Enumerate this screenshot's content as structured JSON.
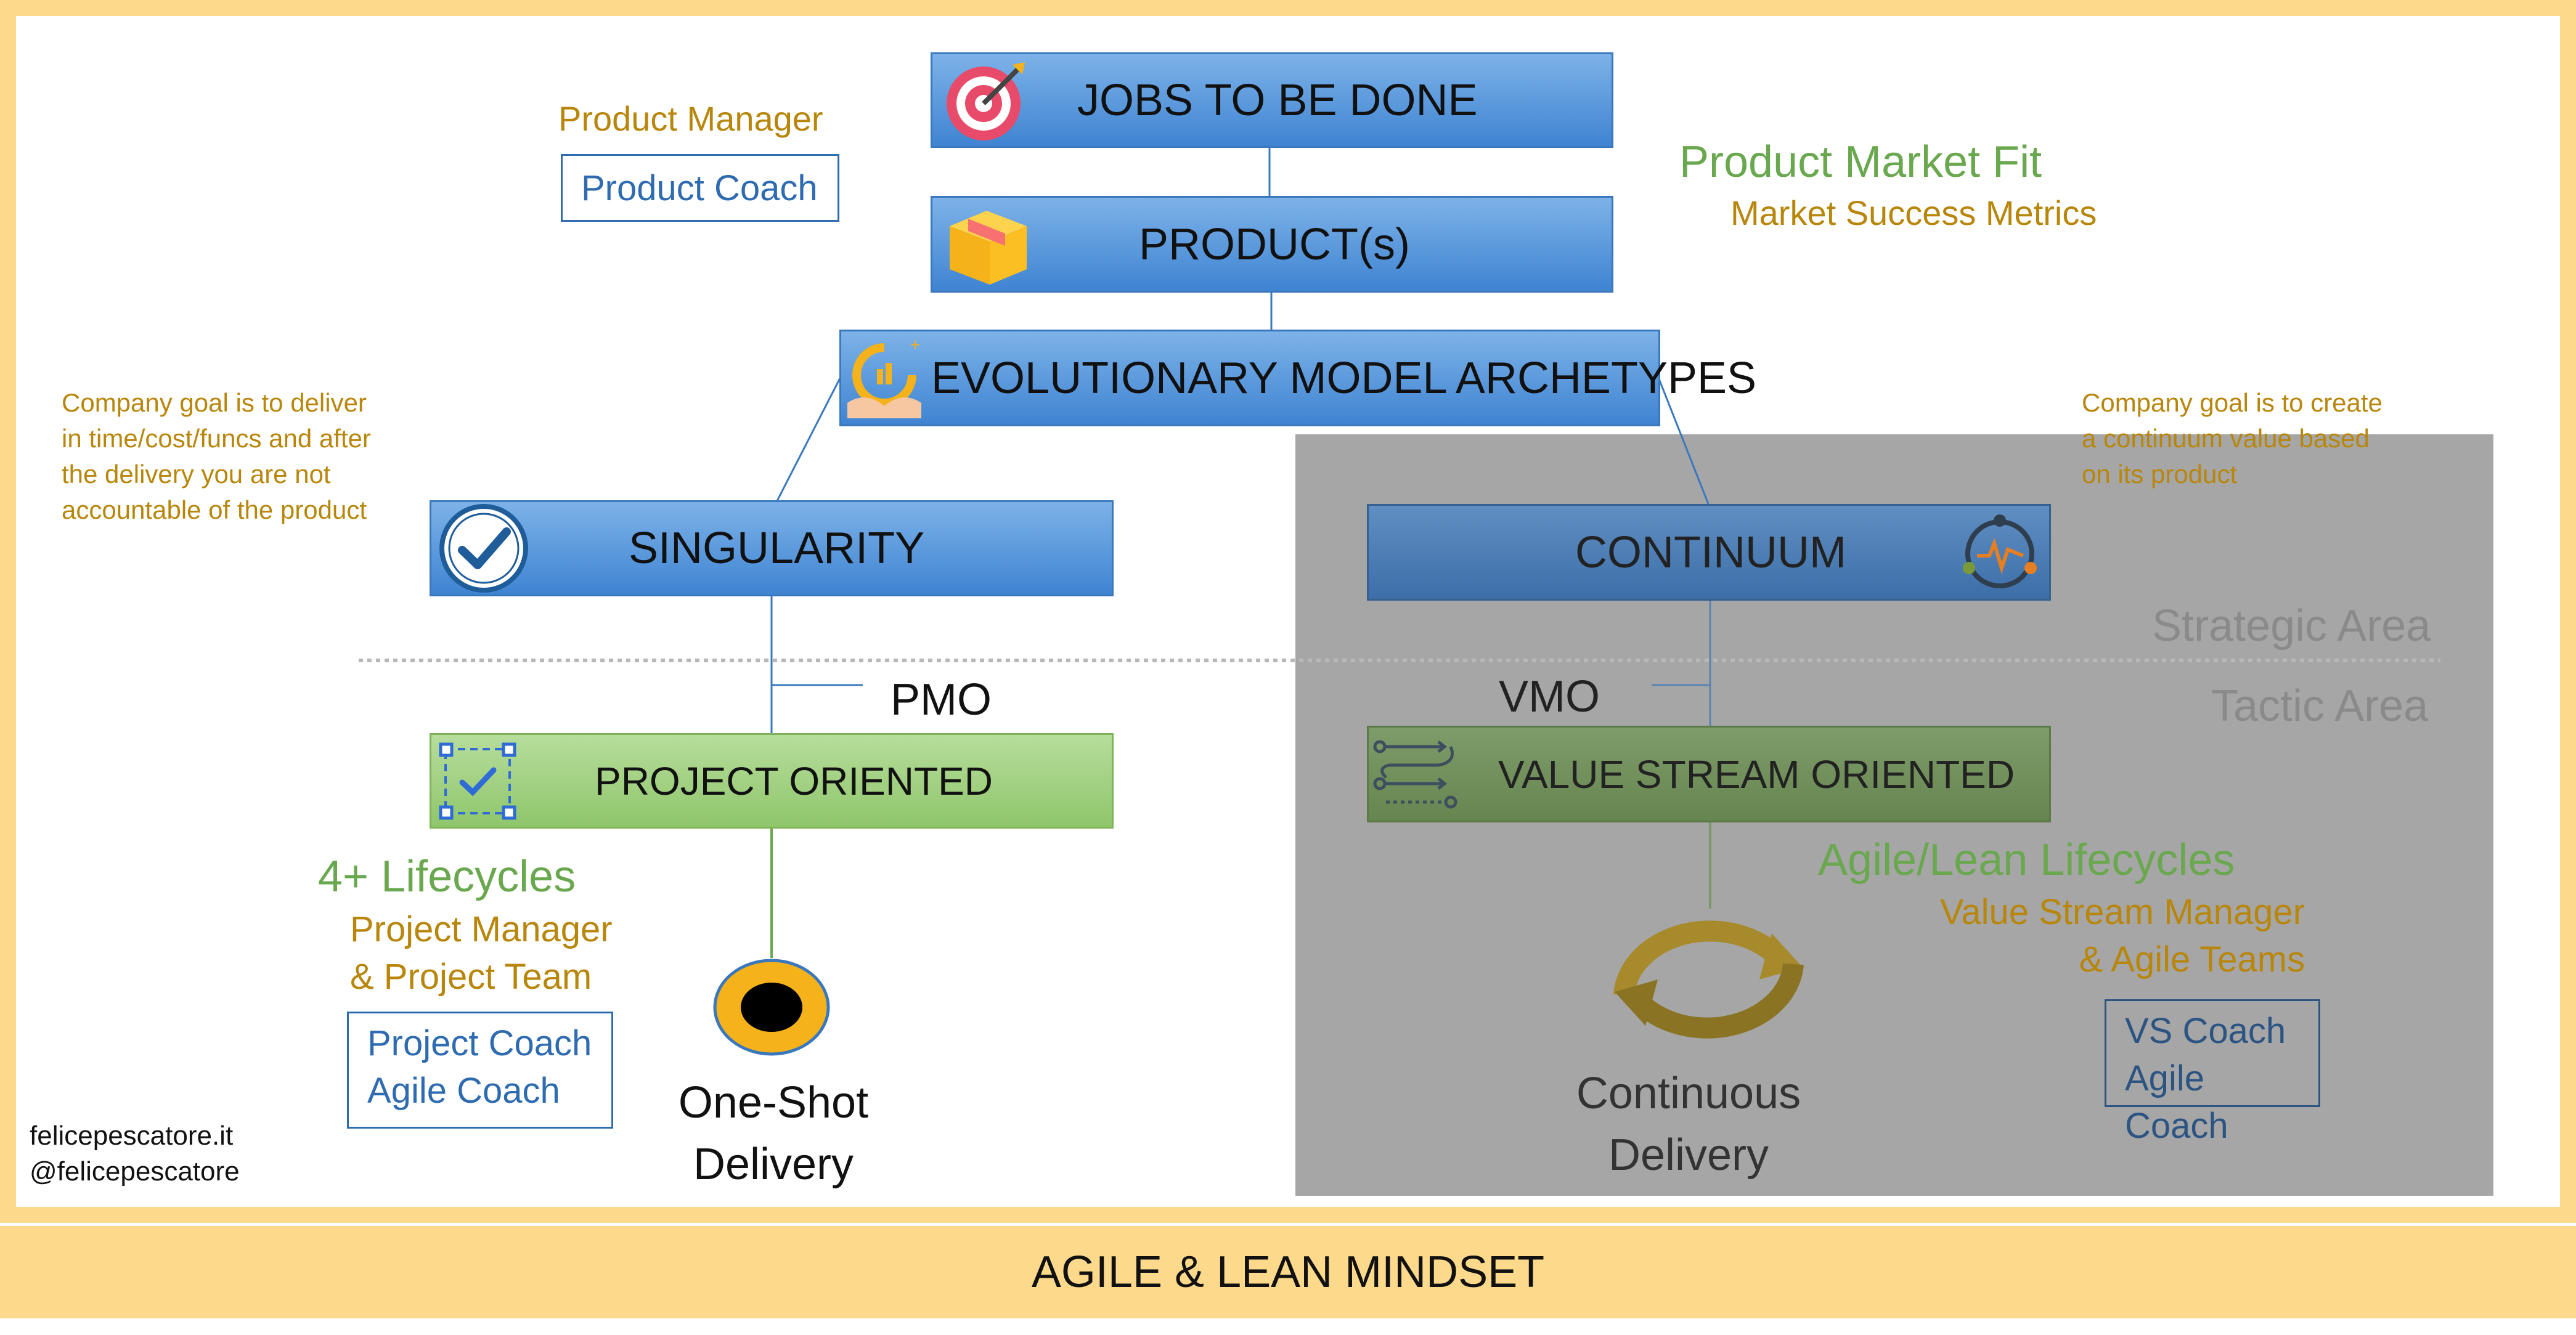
{
  "footer": {
    "mindset": "AGILE & LEAN MINDSET"
  },
  "top": {
    "jobs": "JOBS TO BE DONE",
    "product": "PRODUCT(s)",
    "archetypes": "EVOLUTIONARY MODEL ARCHETYPES"
  },
  "left_roles": {
    "product_manager": "Product Manager",
    "product_coach": "Product Coach"
  },
  "right_top": {
    "pmf": "Product Market Fit",
    "metrics": "Market Success Metrics"
  },
  "left_goal": [
    "Company goal is to deliver",
    "in time/cost/funcs and after",
    "the delivery you are not",
    "accountable of the product"
  ],
  "right_goal": [
    "Company goal is to create",
    "a continuum value based",
    "on its product"
  ],
  "singularity": {
    "title": "SINGULARITY",
    "pmo": "PMO",
    "project": "PROJECT ORIENTED",
    "lifecycles": "4+ Lifecycles",
    "roles": [
      "Project Manager",
      "& Project Team"
    ],
    "coaches": [
      "Project Coach",
      "Agile Coach"
    ],
    "delivery": [
      "One-Shot",
      "Delivery"
    ]
  },
  "continuum": {
    "title": "CONTINUUM",
    "vmo": "VMO",
    "value_stream": "VALUE STREAM ORIENTED",
    "lifecycles": "Agile/Lean Lifecycles",
    "roles": [
      "Value Stream Manager",
      "& Agile Teams"
    ],
    "coaches": [
      "VS Coach",
      "Agile Coach"
    ],
    "delivery": [
      "Continuous",
      "Delivery"
    ]
  },
  "areas": {
    "strategic": "Strategic Area",
    "tactic": "Tactic Area"
  },
  "credits": {
    "site": "felicepescatore.it",
    "handle": "@felicepescatore"
  },
  "icons": {
    "jobs": "target-icon",
    "product": "box-icon",
    "archetypes": "hands-growth-icon",
    "singularity": "checkmark-icon",
    "continuum": "cycle-people-icon",
    "project": "checklist-icon",
    "value_stream": "flow-arrows-icon",
    "one_shot": "bullseye-icon",
    "continuous": "circular-arrows-icon"
  },
  "colors": {
    "frame": "#fdd98b",
    "gold_text": "#b8860b",
    "green_text": "#6aa84f",
    "blue_text": "#2e6bb0",
    "gray_area": "#a6a6a6"
  }
}
